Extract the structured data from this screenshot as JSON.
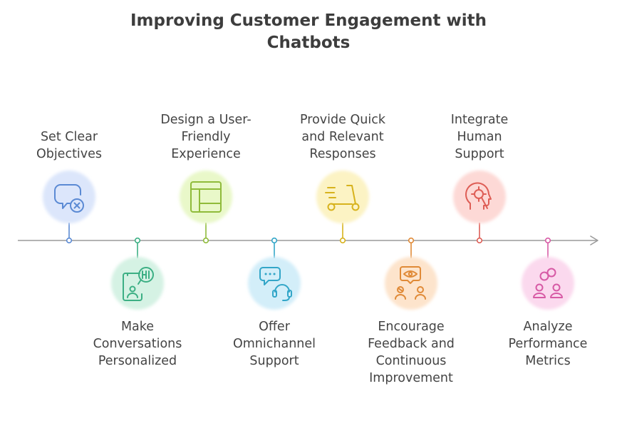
{
  "title": {
    "lines": [
      "Improving Customer Engagement with",
      "Chatbots"
    ]
  },
  "steps": [
    {
      "label_lines": [
        "Set Clear",
        "Objectives"
      ],
      "position": "above",
      "icon": "chat-bubble-x-icon",
      "color": "#5b8ad4",
      "fill": "#dce6fb"
    },
    {
      "label_lines": [
        "Make",
        "Conversations",
        "Personalized"
      ],
      "position": "below",
      "icon": "phone-hi-chat-icon",
      "color": "#3caf84",
      "fill": "#d5f2e4"
    },
    {
      "label_lines": [
        "Design a User-",
        "Friendly",
        "Experience"
      ],
      "position": "above",
      "icon": "layout-template-icon",
      "color": "#8fbb3a",
      "fill": "#e9f8c9"
    },
    {
      "label_lines": [
        "Offer",
        "Omnichannel",
        "Support"
      ],
      "position": "below",
      "icon": "chat-headset-icon",
      "color": "#33a6c8",
      "fill": "#d3eef9"
    },
    {
      "label_lines": [
        "Provide Quick",
        "and Relevant",
        "Responses"
      ],
      "position": "above",
      "icon": "fast-scooter-icon",
      "color": "#d7b21d",
      "fill": "#fcf3c4"
    },
    {
      "label_lines": [
        "Encourage",
        "Feedback and",
        "Continuous",
        "Improvement"
      ],
      "position": "below",
      "icon": "eye-feedback-people-icon",
      "color": "#e08a37",
      "fill": "#fde4cc"
    },
    {
      "label_lines": [
        "Integrate",
        "Human",
        "Support"
      ],
      "position": "above",
      "icon": "head-support-icon",
      "color": "#de5e56",
      "fill": "#fdd9d6"
    },
    {
      "label_lines": [
        "Analyze",
        "Performance",
        "Metrics"
      ],
      "position": "below",
      "icon": "people-analysis-icon",
      "color": "#d75aa5",
      "fill": "#fbd9ee"
    }
  ]
}
